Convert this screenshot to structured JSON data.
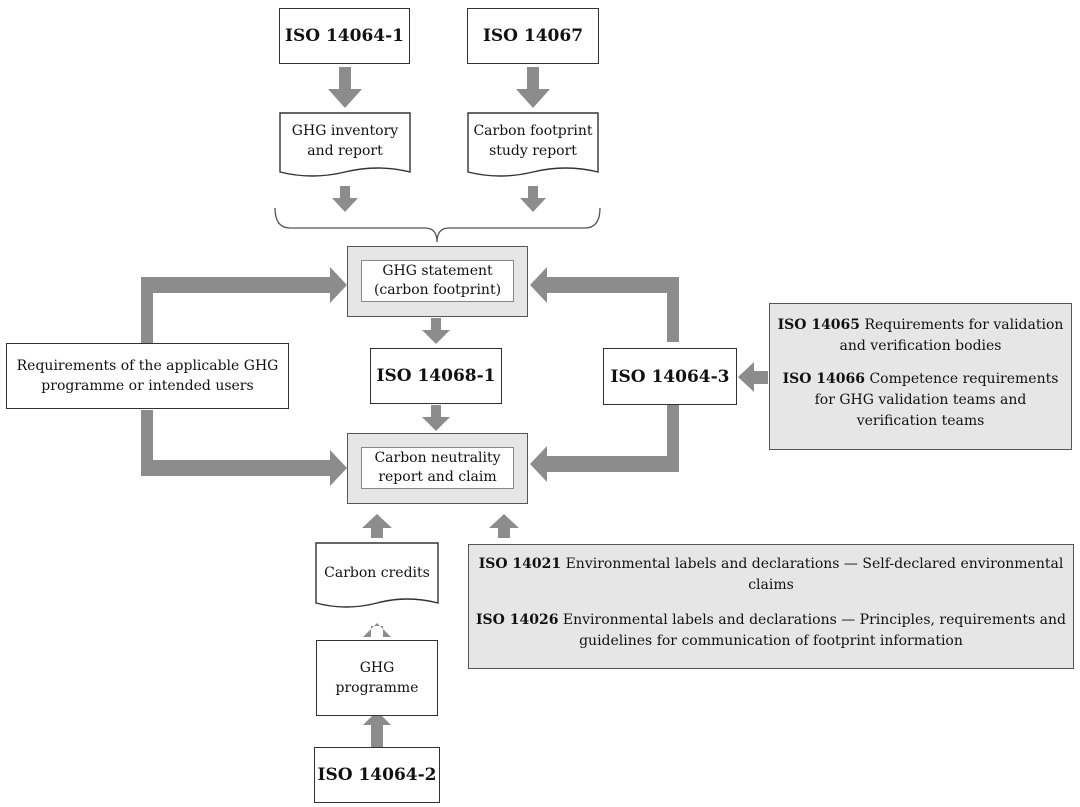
{
  "diagram": {
    "iso_14064_1": "ISO 14064-1",
    "iso_14067": "ISO 14067",
    "ghg_inventory_line1": "GHG inventory",
    "ghg_inventory_line2": "and report",
    "cf_study_line1": "Carbon footprint",
    "cf_study_line2": "study report",
    "ghg_statement_line1": "GHG statement",
    "ghg_statement_line2": "(carbon footprint)",
    "requirements_line1": "Requirements of the applicable GHG",
    "requirements_line2": "programme or intended users",
    "iso_14068_1": "ISO 14068-1",
    "iso_14064_3": "ISO 14064-3",
    "neutrality_line1": "Carbon neutrality",
    "neutrality_line2": "report and claim",
    "carbon_credits": "Carbon credits",
    "ghg_programme_line1": "GHG",
    "ghg_programme_line2": "programme",
    "iso_14064_2": "ISO 14064-2",
    "verification_note": {
      "iso_14065_code": "ISO 14065",
      "iso_14065_text_1": " Requirements for validation",
      "iso_14065_text_2": "and verification bodies",
      "iso_14066_code": "ISO 14066",
      "iso_14066_text_1": " Competence requirements",
      "iso_14066_text_2": "for GHG validation teams and",
      "iso_14066_text_3": "verification teams"
    },
    "labels_note": {
      "iso_14021_code": "ISO 14021",
      "iso_14021_text_1": " Environmental labels and declarations — Self-declared environmental",
      "iso_14021_text_2": "claims",
      "iso_14026_code": "ISO 14026",
      "iso_14026_text_1": " Environmental labels and declarations — Principles, requirements and",
      "iso_14026_text_2": "guidelines for communication of footprint information"
    }
  },
  "colors": {
    "arrow": "#8c8c8c",
    "panel": "#e6e6e6",
    "border": "#333333"
  }
}
